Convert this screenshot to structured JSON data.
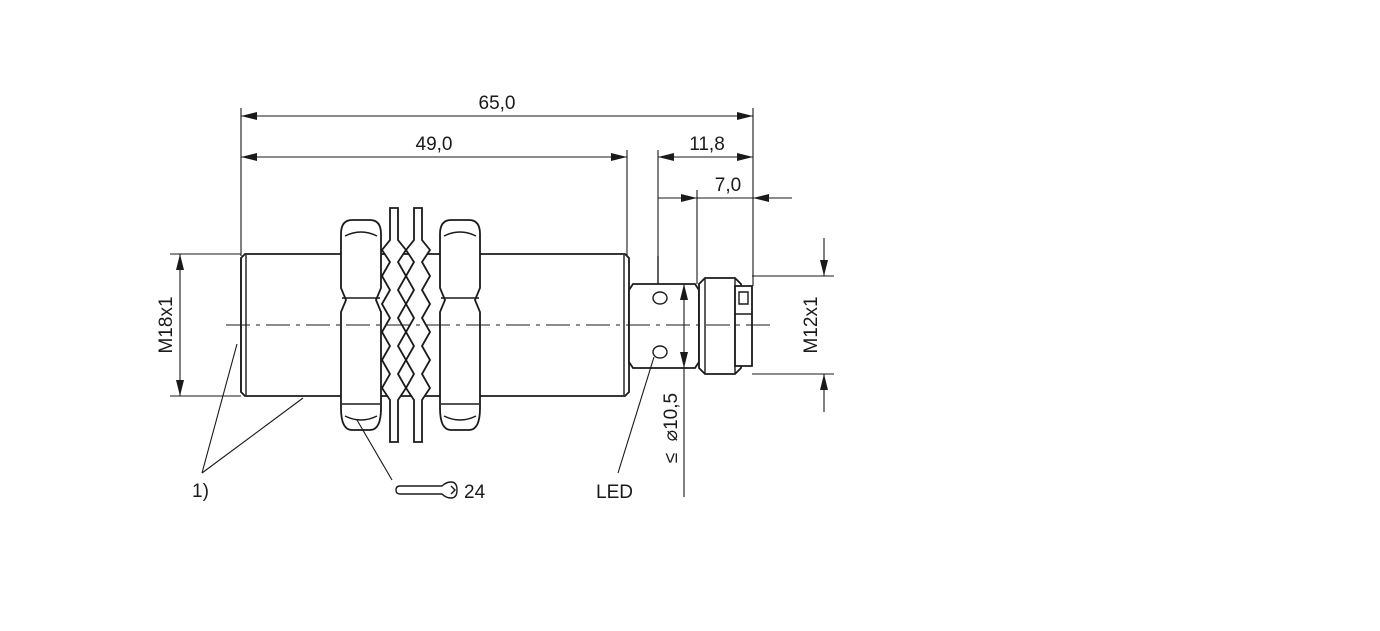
{
  "dimensions": {
    "overall_length": "65,0",
    "thread_length": "49,0",
    "connector_length": "11,8",
    "connector_thread_length": "7,0",
    "housing_thread": "M18x1",
    "connector_thread": "M12x1",
    "led_diameter": "⌀10,5",
    "led_diameter_prefix": "≤"
  },
  "callouts": {
    "note_reference": "1)",
    "wrench_size": "24",
    "led_label": "LED"
  }
}
